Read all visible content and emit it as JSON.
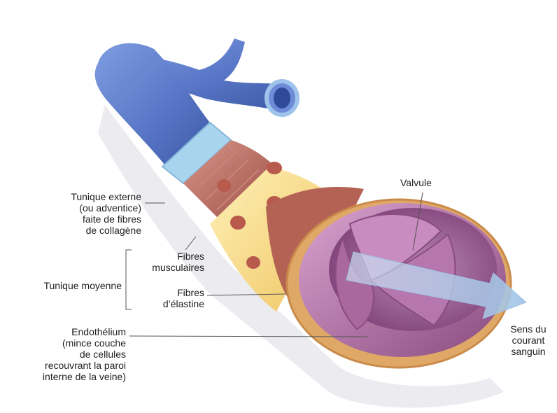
{
  "labels": {
    "tunique_externe": [
      "Tunique externe",
      "(ou adventice)",
      "faite de fibres",
      "de collagène"
    ],
    "fibres_musculaires": [
      "Fibres",
      "musculaires"
    ],
    "tunique_moyenne": "Tunique moyenne",
    "fibres_elastine": [
      "Fibres",
      "d’élastine"
    ],
    "endothelium": [
      "Endothélium",
      "(mince couche",
      "de cellules",
      "recouvrant la paroi",
      "interne de la veine)"
    ],
    "valvule": "Valvule",
    "sens_courant": [
      "Sens du",
      "courant",
      "sanguin"
    ]
  },
  "colors": {
    "vein_blue": "#5f7fd0",
    "collagen": "#a8d4ee",
    "muscle": "#b86a5e",
    "elastin": "#f4d27a",
    "endothelium": "#a35b95",
    "arrow": "#a8c8e8"
  }
}
